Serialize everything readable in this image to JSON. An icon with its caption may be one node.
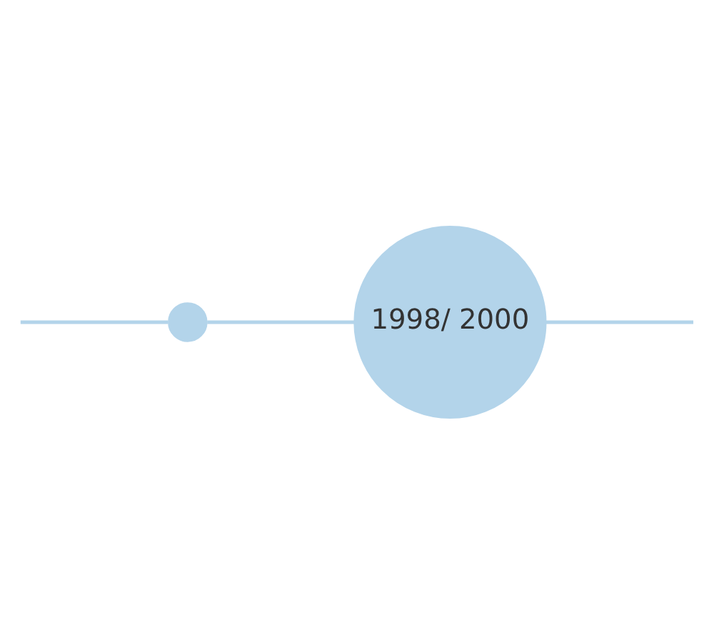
{
  "diagram": {
    "nodes": [
      {
        "text": [],
        "shape": "circle"
      },
      {
        "text": [
          "1998/ 2000"
        ]
      }
    ],
    "edges": [
      {
        "from": null,
        "to": 0,
        "arrow": "none"
      },
      {
        "from": 0,
        "to": 1,
        "arrow": "none"
      },
      {
        "from": 1,
        "to": null,
        "arrow": "none"
      }
    ]
  }
}
